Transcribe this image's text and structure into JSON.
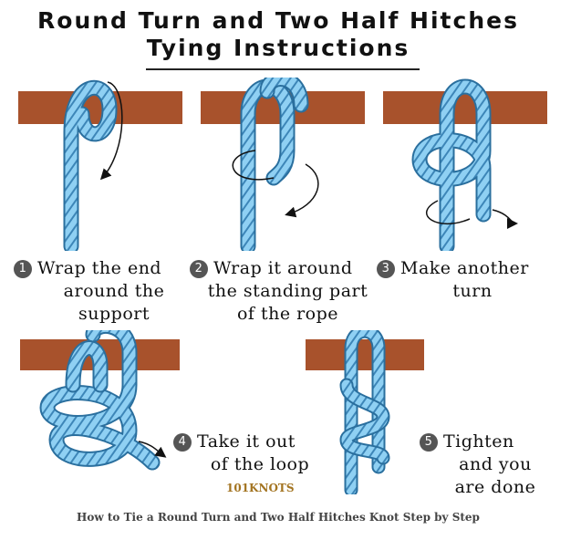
{
  "title": {
    "line1": "Round Turn and Two Half Hitches",
    "line2": "Tying Instructions"
  },
  "steps": [
    {
      "number": "1",
      "lines": [
        "Wrap the end",
        "around the",
        "support"
      ]
    },
    {
      "number": "2",
      "lines": [
        "Wrap it around",
        "the standing part",
        "of the rope"
      ]
    },
    {
      "number": "3",
      "lines": [
        "Make another",
        "turn"
      ]
    },
    {
      "number": "4",
      "lines": [
        "Take it out",
        "of the loop"
      ]
    },
    {
      "number": "5",
      "lines": [
        "Tighten",
        "and you",
        "are done"
      ]
    }
  ],
  "logo": "101KNOTS",
  "caption": "How to Tie a Round Turn and Two Half Hitches Knot Step by Step",
  "colors": {
    "support": "#a8522c",
    "rope": "#7cc4ec",
    "rope_edge": "#2a6f9e",
    "arrow": "#111111"
  }
}
